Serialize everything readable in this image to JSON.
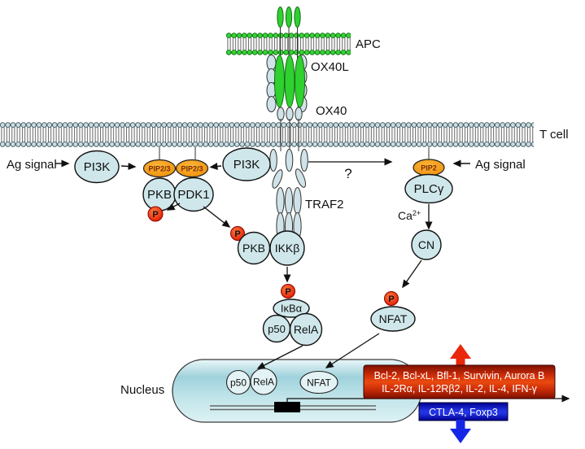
{
  "labels": {
    "apc": "APC",
    "ox40l": "OX40L",
    "ox40": "OX40",
    "t_cell": "T cell",
    "traf2": "TRAF2",
    "nucleus": "Nucleus",
    "question": "?",
    "ag_signal_left": "Ag signal",
    "ag_signal_right": "Ag signal",
    "ca": "Ca",
    "ca_sup": "2+"
  },
  "nodes": {
    "pi3k_left": "PI3K",
    "pi3k_mid": "PI3K",
    "pip23_a": "PIP2/3",
    "pip23_b": "PIP2/3",
    "pkb_membrane": "PKB",
    "pdk1": "PDK1",
    "pkb_active": "PKB",
    "ikk_beta": "IKKβ",
    "phospho": "P",
    "ikb_alpha": "IκBα",
    "p50": "p50",
    "rela": "RelA",
    "pip2": "PIP2",
    "plc_gamma": "PLCγ",
    "cn": "CN",
    "nfat": "NFAT",
    "nucleus_p50": "p50",
    "nucleus_rela": "RelA",
    "nucleus_nfat": "NFAT"
  },
  "gene_output": {
    "upregulated_line1": "Bcl-2, Bcl-xL, Bfl-1, Survivin, Aurora B",
    "upregulated_line2": "IL-2Rα, IL-12Rβ2, IL-2, IL-4, IFN-γ",
    "downregulated": "CTLA-4, Foxp3"
  },
  "colors": {
    "node_blue": "#cfe7ea",
    "activation_orange": "#f5a11f",
    "phospho_red": "#e8270b",
    "ligand_green": "#2fd12f",
    "upregulated_red": "#d92f08",
    "downregulated_blue": "#1526e6"
  }
}
